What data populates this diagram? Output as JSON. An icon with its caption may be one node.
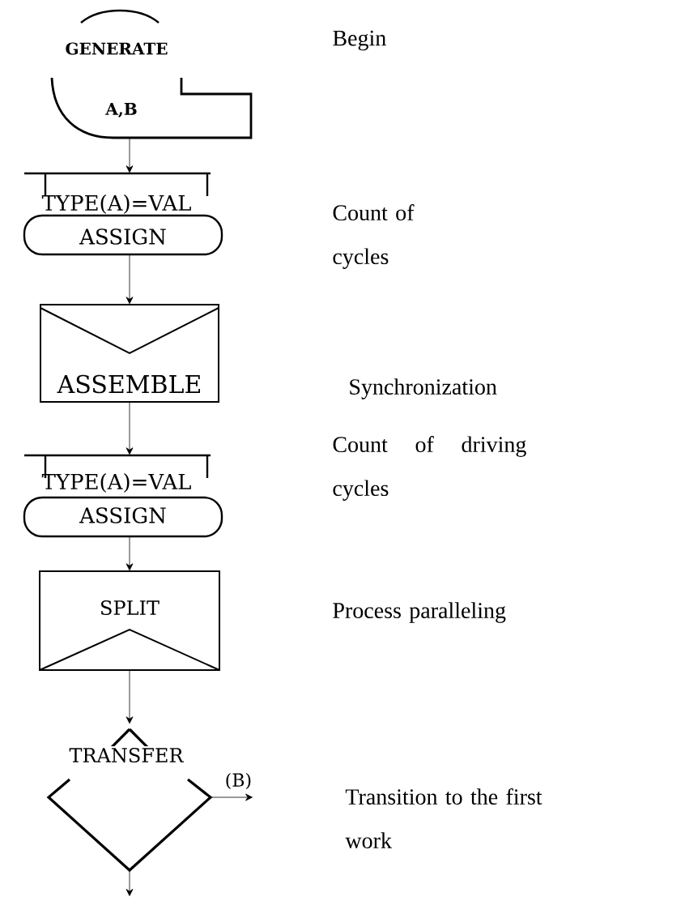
{
  "diagram": {
    "nodes": [
      {
        "text": [
          "GENERATE",
          "A,B"
        ]
      },
      {
        "text": [
          "TYPE(A)=VAL",
          "ASSIGN"
        ]
      },
      {
        "text": [
          "ASSEMBLE"
        ]
      },
      {
        "text": [
          "TYPE(A)=VAL",
          "ASSIGN"
        ]
      },
      {
        "text": [
          "SPLIT"
        ]
      },
      {
        "text": [
          "TRANSFER"
        ]
      }
    ],
    "edges": [
      {
        "from": 0,
        "to": 1,
        "arrow": "to"
      },
      {
        "from": 1,
        "to": 2,
        "arrow": "to"
      },
      {
        "from": 2,
        "to": 3,
        "arrow": "to"
      },
      {
        "from": 3,
        "to": 4,
        "arrow": "to"
      },
      {
        "from": 4,
        "to": 5,
        "arrow": "to"
      },
      {
        "from": 5,
        "to": null,
        "arrow": "to",
        "label": "(B)"
      },
      {
        "from": 5,
        "to": null,
        "arrow": "to"
      }
    ],
    "labels": [
      "Begin",
      "Count of cycles",
      "Synchronization",
      "Count of driving cycles",
      "Process paralleling",
      "Transition to the first work"
    ]
  }
}
